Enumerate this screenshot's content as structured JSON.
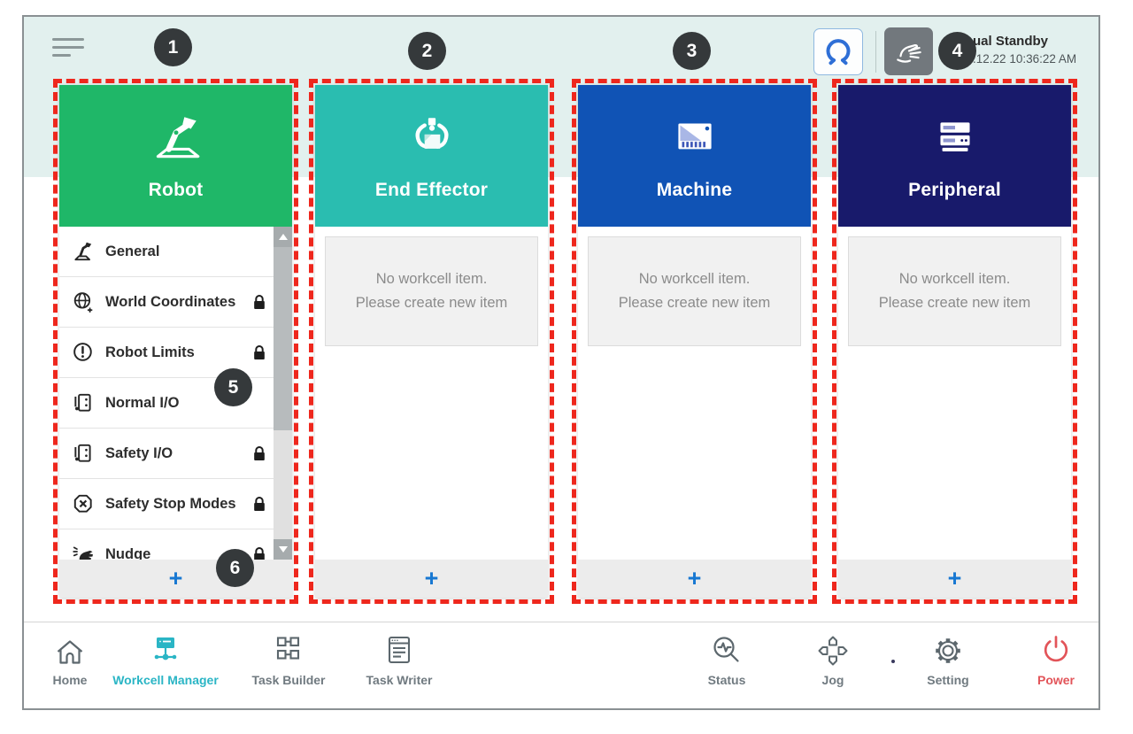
{
  "top_bar": {
    "menu_icon": "hamburger-icon",
    "robot_mode_button_icon": "gripper-icon",
    "manual_mode_button_icon": "hand-icon",
    "status_title": "Manual Standby",
    "timestamp": "2022.12.22 10:36:22 AM"
  },
  "callouts": [
    "1",
    "2",
    "3",
    "4",
    "5",
    "6"
  ],
  "empty_state": {
    "line1": "No workcell item.",
    "line2": "Please create new item"
  },
  "columns": [
    {
      "title": "Robot",
      "icon": "robot-arm-icon",
      "color": "#1fb768",
      "add_label": "+",
      "items": [
        {
          "label": "General",
          "icon": "robot-arm-icon",
          "locked": false
        },
        {
          "label": "World Coordinates",
          "icon": "world-coordinates-icon",
          "locked": true
        },
        {
          "label": "Robot Limits",
          "icon": "robot-limits-icon",
          "locked": true
        },
        {
          "label": "Normal I/O",
          "icon": "io-icon",
          "locked": false
        },
        {
          "label": "Safety I/O",
          "icon": "io-icon",
          "locked": true
        },
        {
          "label": "Safety Stop Modes",
          "icon": "stop-octagon-icon",
          "locked": true
        },
        {
          "label": "Nudge",
          "icon": "nudge-hand-icon",
          "locked": true
        }
      ]
    },
    {
      "title": "End Effector",
      "icon": "gripper-icon",
      "color": "#2abdb0",
      "add_label": "+"
    },
    {
      "title": "Machine",
      "icon": "machine-icon",
      "color": "#1053b5",
      "add_label": "+"
    },
    {
      "title": "Peripheral",
      "icon": "peripheral-icon",
      "color": "#181a6b",
      "add_label": "+"
    }
  ],
  "nav": {
    "items": [
      {
        "label": "Home",
        "icon": "home-icon",
        "active": false
      },
      {
        "label": "Workcell Manager",
        "icon": "workcell-manager-icon",
        "active": true
      },
      {
        "label": "Task Builder",
        "icon": "task-builder-icon",
        "active": false
      },
      {
        "label": "Task Writer",
        "icon": "task-writer-icon",
        "active": false
      },
      {
        "label": "Status",
        "icon": "status-icon",
        "active": false
      },
      {
        "label": "Jog",
        "icon": "jog-icon",
        "active": false
      },
      {
        "label": "Setting",
        "icon": "setting-icon",
        "active": false
      },
      {
        "label": "Power",
        "icon": "power-icon",
        "active": false
      }
    ]
  },
  "colors": {
    "robot_green": "#1fb768",
    "effector_teal": "#2abdb0",
    "machine_blue": "#1053b5",
    "peripheral_navy": "#181a6b",
    "highlight_red": "#ee271d",
    "active_nav_cyan": "#2ab5c5",
    "power_red": "#e25459",
    "add_blue": "#1878d2",
    "top_band": "#e2f0ee"
  }
}
